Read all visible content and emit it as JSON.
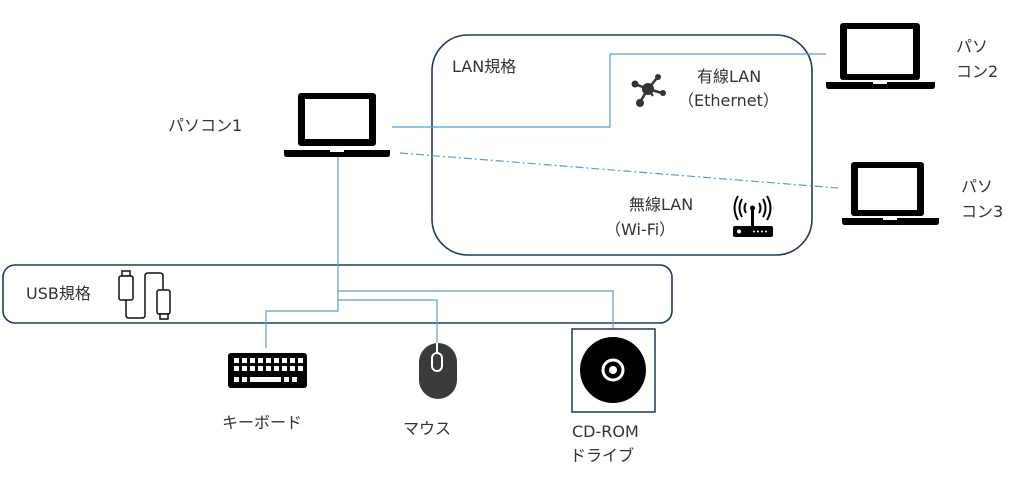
{
  "lan": {
    "title": "LAN規格",
    "wired": {
      "label": "有線LAN",
      "sub": "（Ethernet）"
    },
    "wireless": {
      "label": "無線LAN",
      "sub": "（Wi-Fi）"
    }
  },
  "usb": {
    "title": "USB規格"
  },
  "computers": [
    {
      "label": "パソコン1"
    },
    {
      "line1": "パソ",
      "line2": "コン2"
    },
    {
      "line1": "パソ",
      "line2": "コン3"
    }
  ],
  "devices": {
    "keyboard": "キーボード",
    "mouse": "マウス",
    "cdrom_line1": "CD-ROM",
    "cdrom_line2": "ドライブ"
  },
  "colors": {
    "box": "#1f3864",
    "wire": "#5b9bd5"
  }
}
